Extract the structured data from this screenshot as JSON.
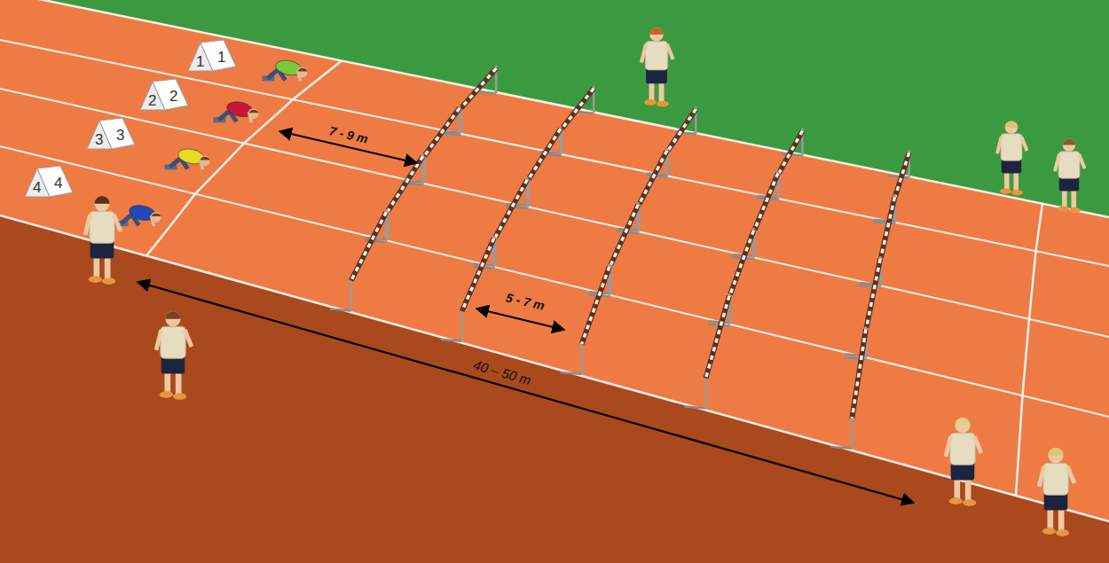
{
  "diagram": {
    "nodes": [
      {
        "text": [
          "1",
          "1"
        ]
      },
      {
        "text": [
          "2",
          "2"
        ]
      },
      {
        "text": [
          "3",
          "3"
        ]
      },
      {
        "text": [
          "4",
          "4"
        ]
      }
    ],
    "labels": [
      "7 - 9 m",
      "5 - 7 m",
      "40 – 50 m"
    ]
  }
}
